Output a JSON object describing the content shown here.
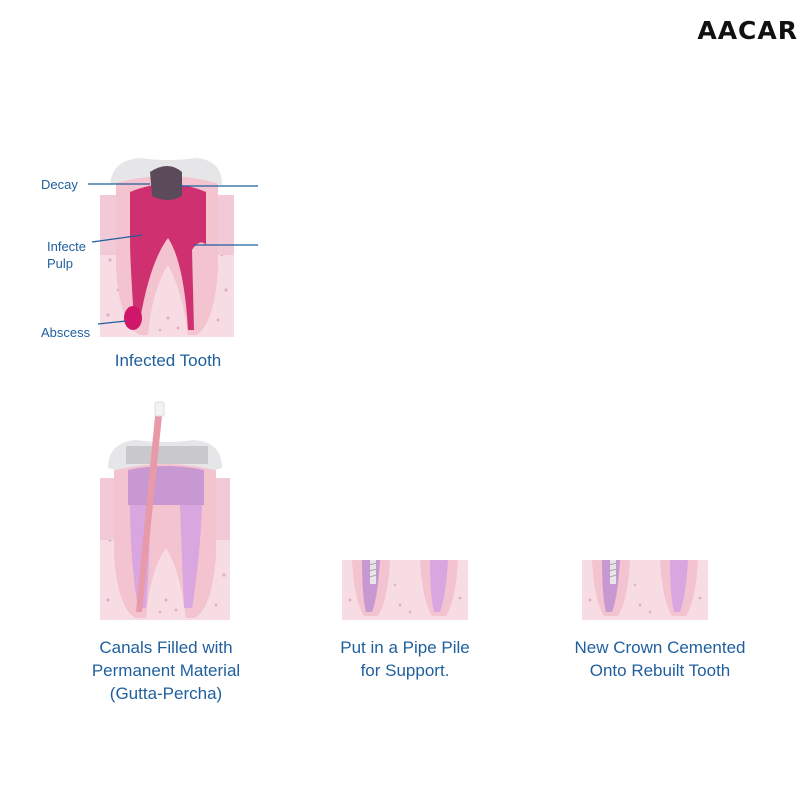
{
  "brand": {
    "text": "AACAR"
  },
  "stages": {
    "infected": {
      "caption": "Infected Tooth",
      "labels": {
        "decay": "Decay",
        "pulp": "Infecte\nPulp",
        "abscess": "Abscess"
      }
    },
    "filled": {
      "caption": "Canals Filled with\nPermanent Material\n(Gutta-Percha)"
    },
    "post": {
      "caption": "Put in a Pipe Pile\nfor Support."
    },
    "crown": {
      "caption": "New Crown Cemented\nOnto Rebuilt Tooth"
    }
  },
  "colors": {
    "label_blue": "#1f5f9e",
    "gum": "#f2c9d6",
    "bone": "#f7dce4",
    "dentin": "#f3c3cf",
    "enamel": "#e6e6e8",
    "infection": "#c8185f",
    "gutta_percha": "#e89aa8",
    "canal_filled": "#d9a6e0"
  }
}
